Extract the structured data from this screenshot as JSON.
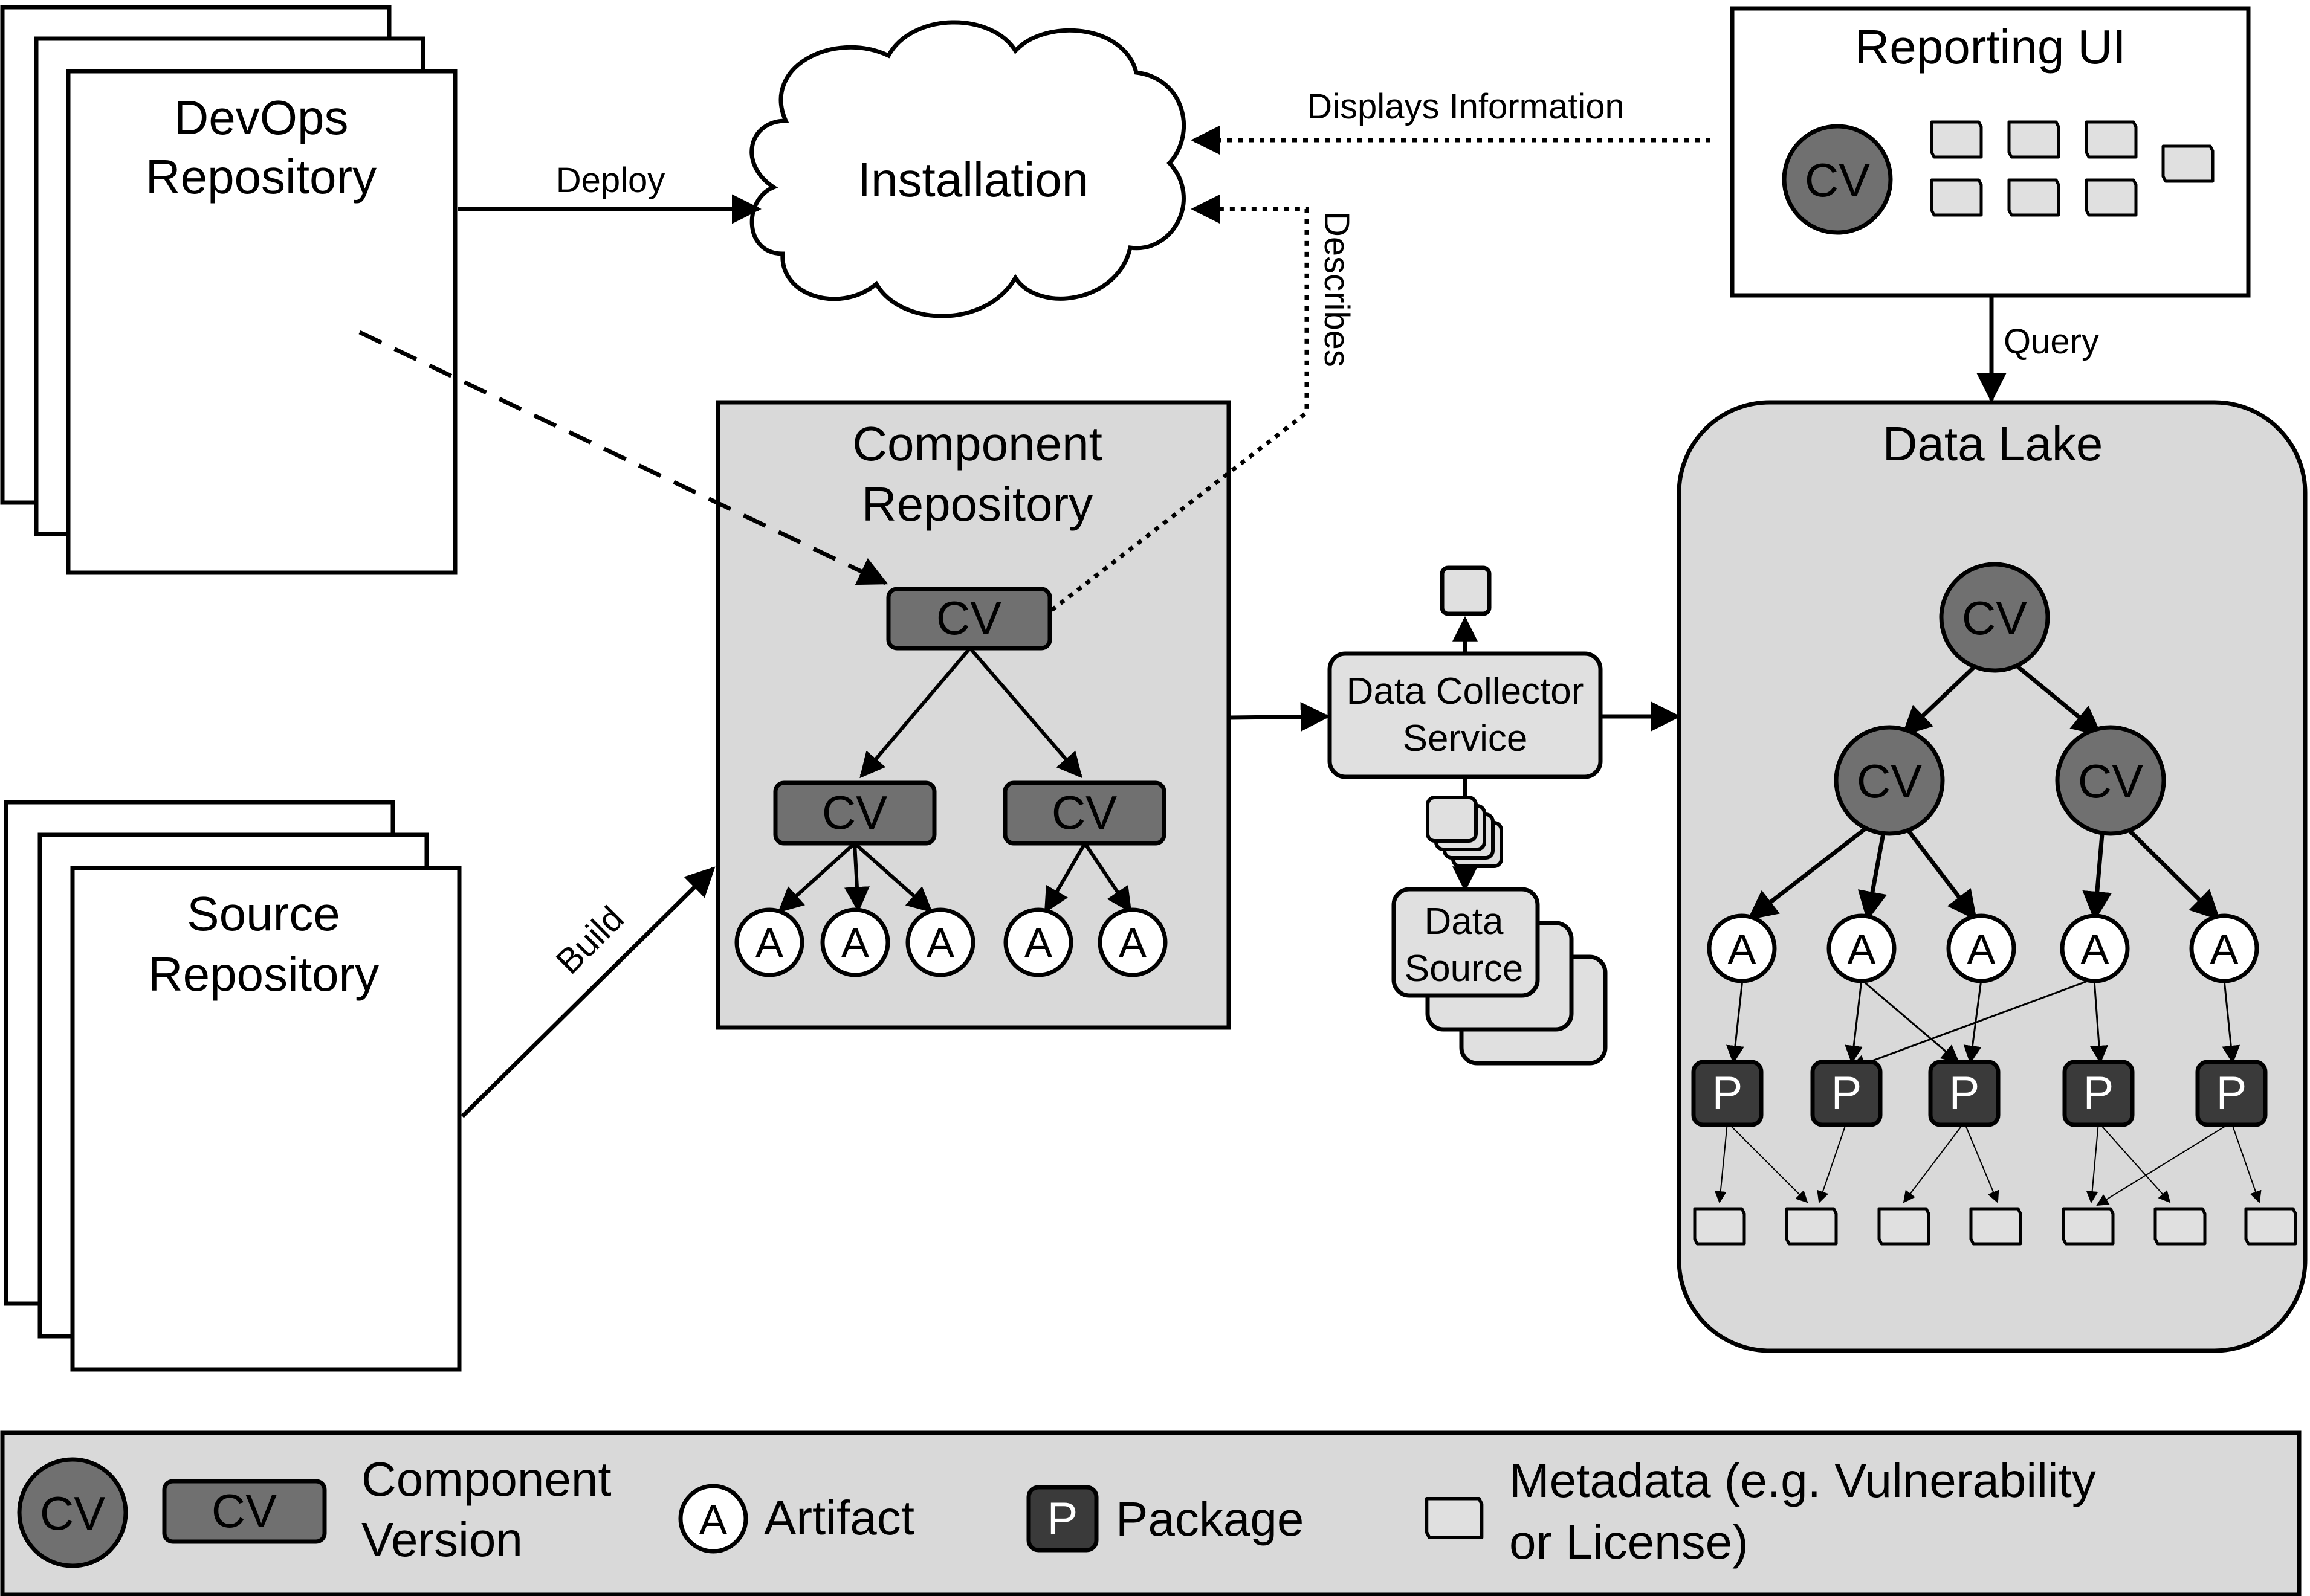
{
  "nodes": {
    "devops_repository": [
      "DevOps",
      "Repository"
    ],
    "source_repository": [
      "Source",
      "Repository"
    ],
    "installation": "Installation",
    "component_repository": [
      "Component",
      "Repository"
    ],
    "reporting_ui": "Reporting UI",
    "data_lake": "Data Lake",
    "data_collector_service": [
      "Data Collector",
      "Service"
    ],
    "data_source": [
      "Data",
      "Source"
    ]
  },
  "edges": {
    "deploy": "Deploy",
    "build": "Build",
    "displays_information": "Displays Information",
    "describes": "Describes",
    "query": "Query"
  },
  "glyphs": {
    "component_version": "CV",
    "artifact": "A",
    "package": "P"
  },
  "legend": {
    "cv_circle": "CV",
    "cv_box": "CV",
    "component_version": [
      "Component",
      "Version"
    ],
    "artifact_glyph": "A",
    "artifact": "Artifact",
    "package_glyph": "P",
    "package": "Package",
    "metadata": [
      "Metadata (e.g. Vulnerability",
      "or License)"
    ]
  },
  "colors": {
    "panel_fill": "#d9d9d9",
    "cv_fill": "#707070",
    "package_fill": "#3a3a3a",
    "metadata_fill": "#e0e0e0",
    "stroke": "#000000"
  }
}
